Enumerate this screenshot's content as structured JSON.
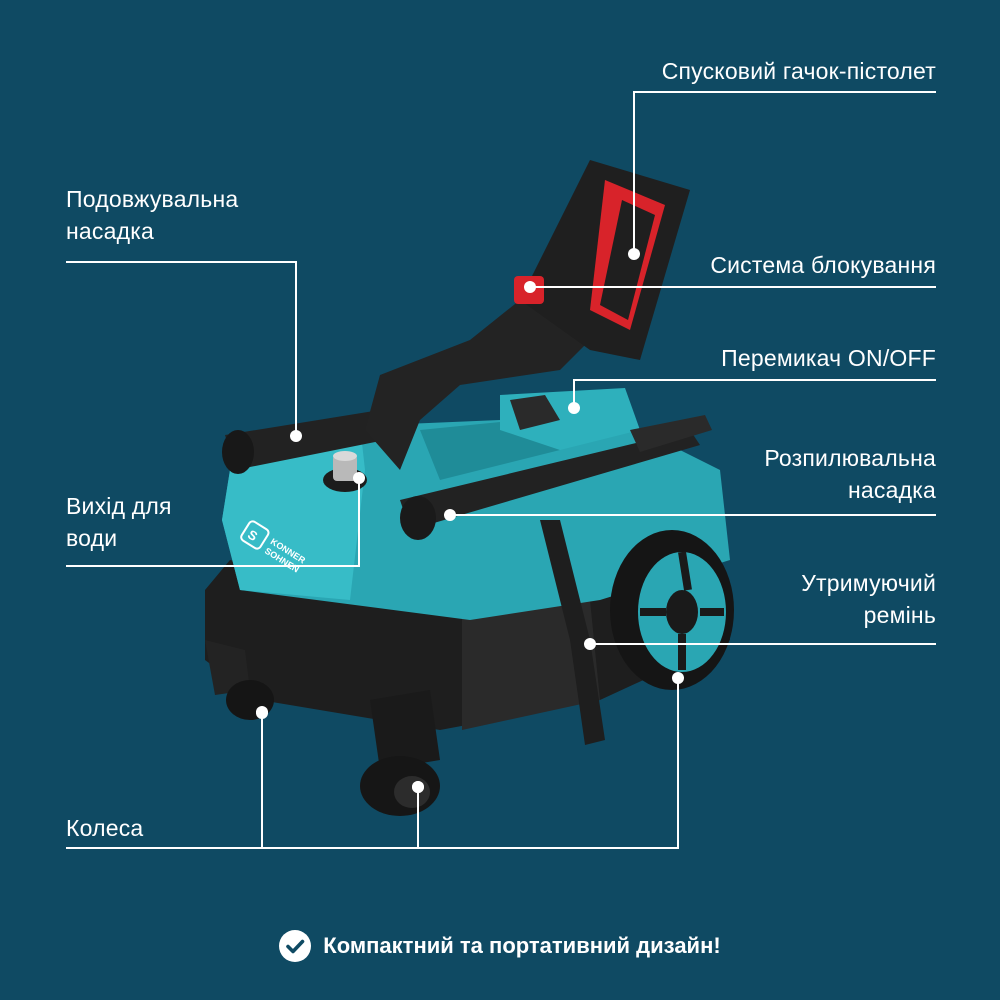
{
  "labels": {
    "trigger_gun": "Спусковий гачок-пістолет",
    "extension_nozzle_line1": "Подовжувальна",
    "extension_nozzle_line2": "насадка",
    "lock_system": "Система блокування",
    "power_switch": "Перемикач ON/OFF",
    "spray_nozzle_line1": "Розпилювальна",
    "spray_nozzle_line2": "насадка",
    "water_outlet_line1": "Вихід для",
    "water_outlet_line2": "води",
    "holding_strap_line1": "Утримуючий",
    "holding_strap_line2": "ремінь",
    "wheels": "Колеса"
  },
  "brand_logo_text": "KONNER SOHNEN",
  "footer": {
    "text": "Компактний та портативний дизайн!",
    "icon": "check-circle-icon"
  },
  "colors": {
    "background": "#0f4a63",
    "body_teal": "#2aa6b3",
    "dark_plastic": "#1e1e1e",
    "trigger_red": "#d8232a",
    "callout_line": "#ffffff"
  }
}
